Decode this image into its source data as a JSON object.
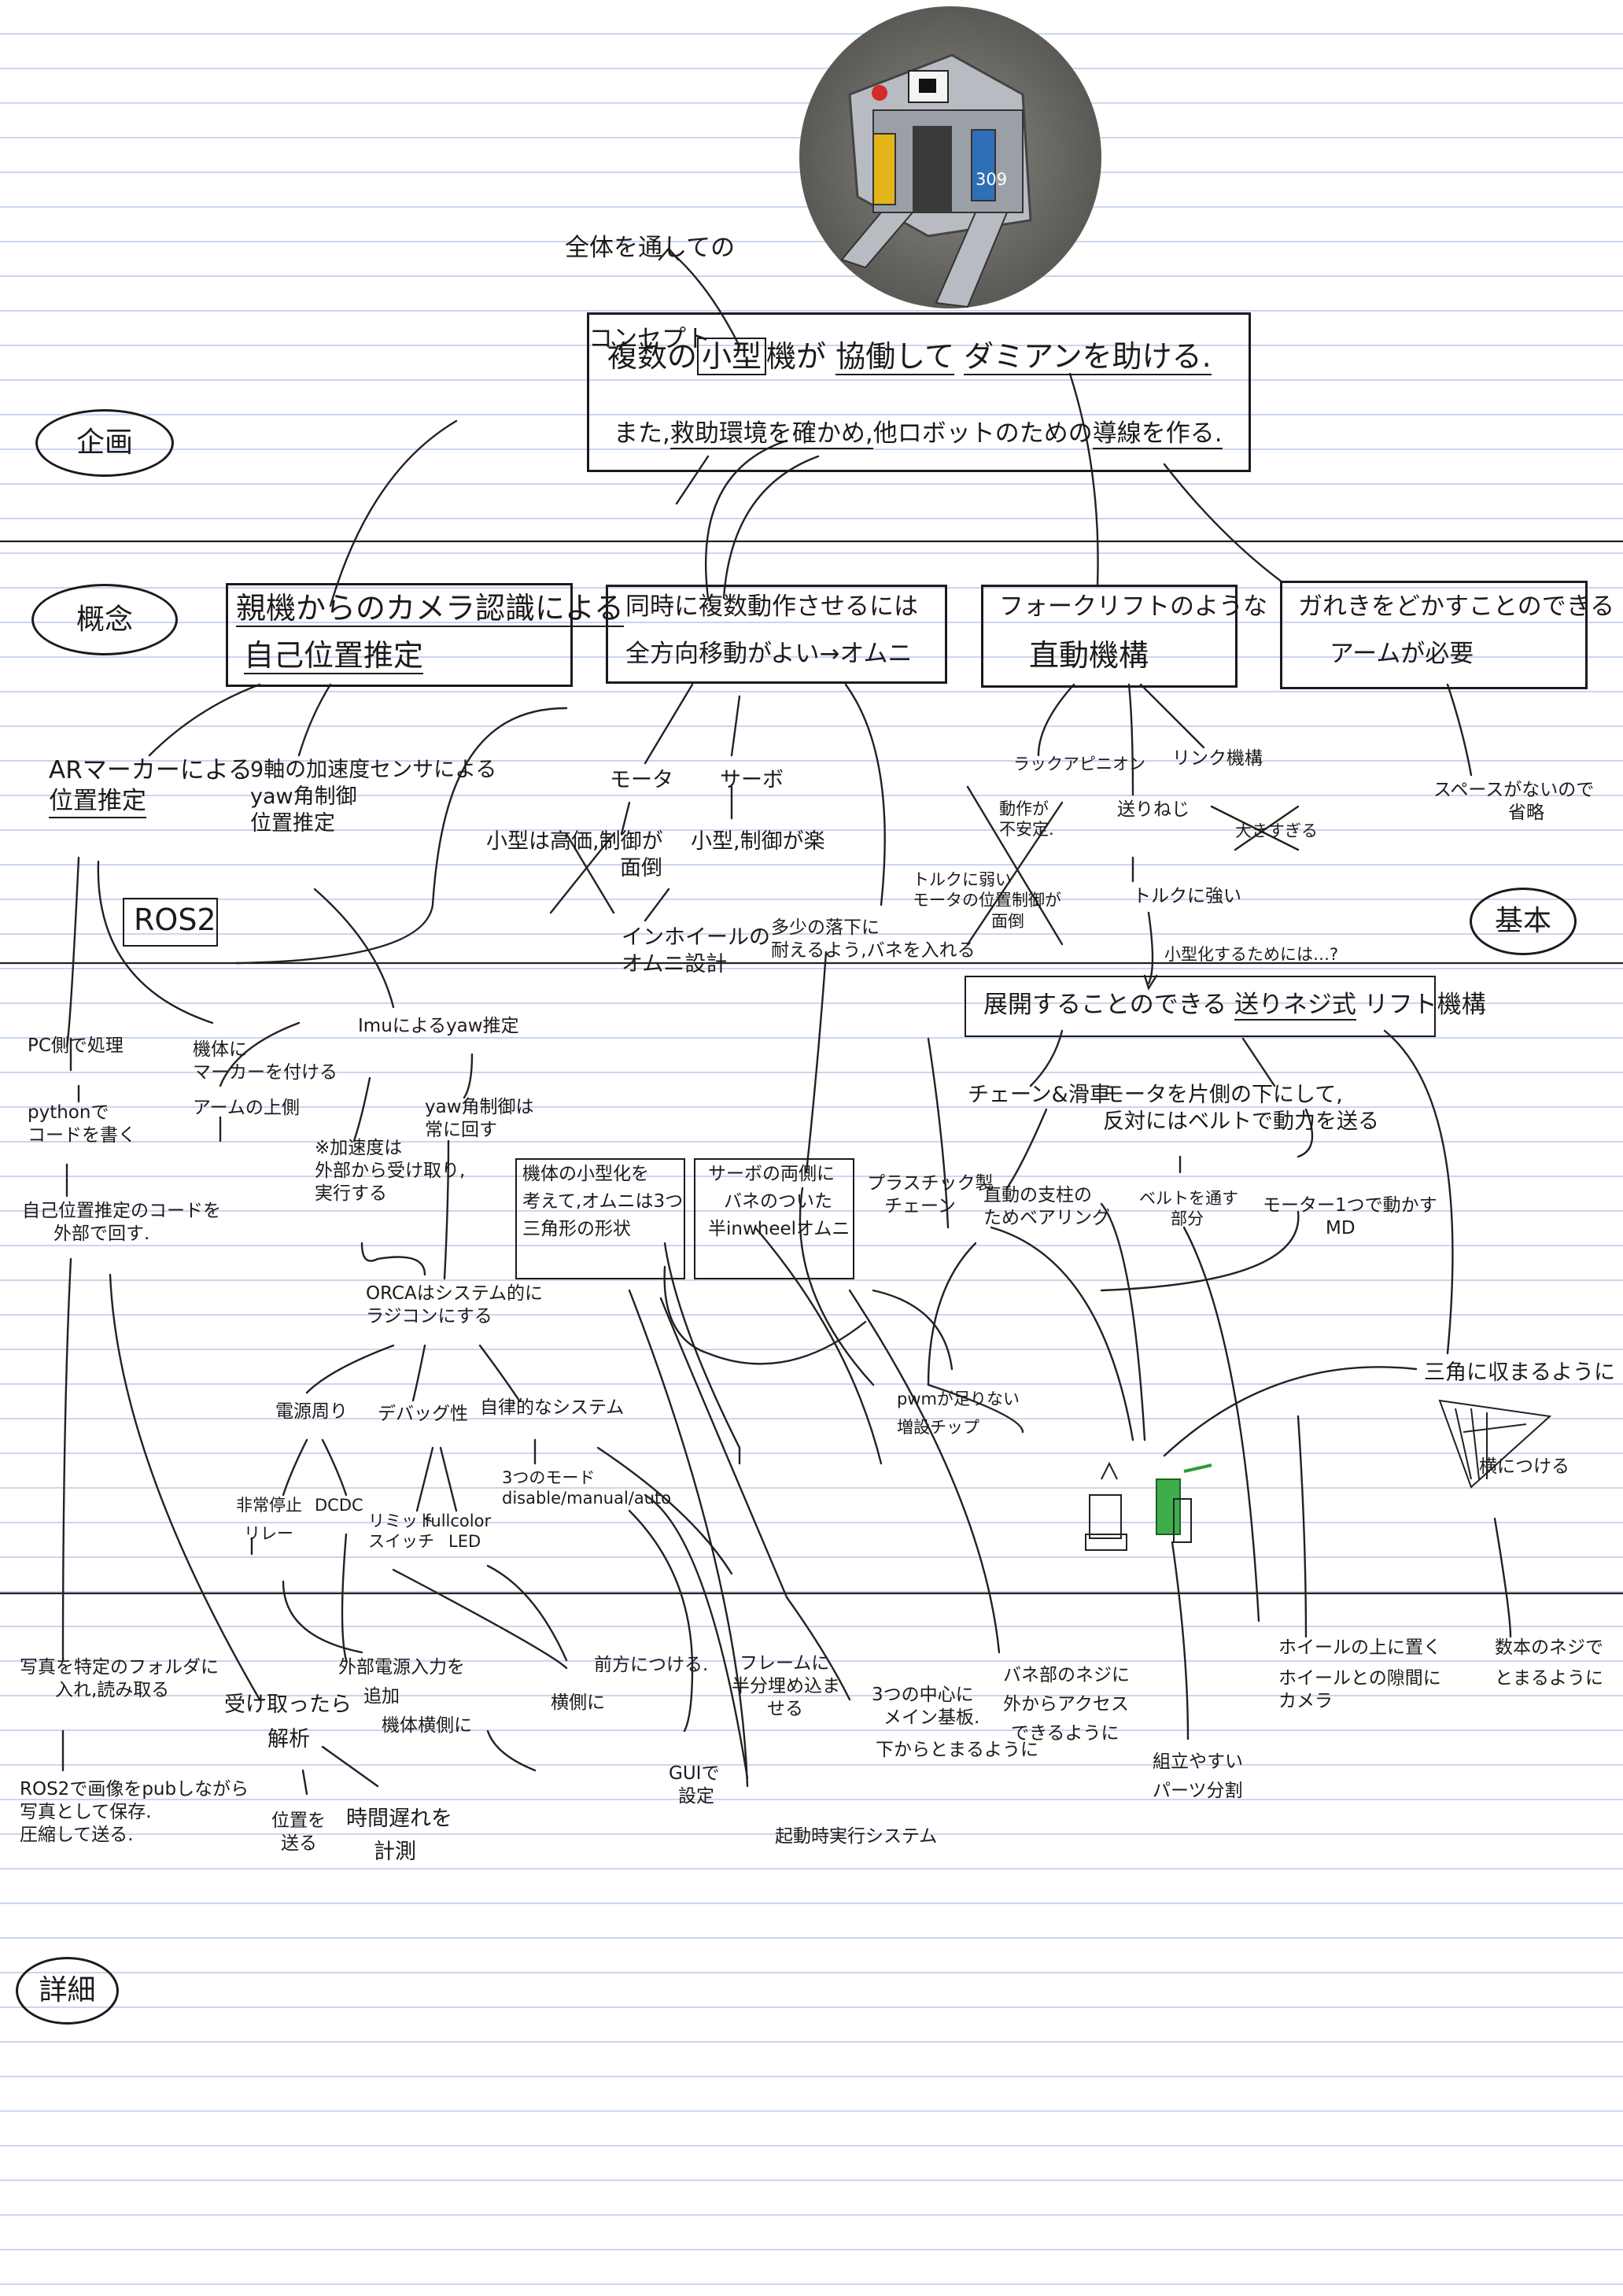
{
  "sections": {
    "kikaku": "企画",
    "gainen": "概念",
    "kihon": "基本",
    "shousai": "詳細"
  },
  "photo": {
    "caption_line1": "全体を通しての",
    "caption_line2": "コンセプト",
    "marker_label": "309"
  },
  "concept": {
    "line1_a": "複数の",
    "line1_b": "小型",
    "line1_c": "機が",
    "line1_d": "協働して",
    "line1_e": "ダミアンを助ける.",
    "line2_a": "また,",
    "line2_b": "救助環境を確かめ,",
    "line2_c": "他ロボットのための",
    "line2_d": "導線を作る."
  },
  "concept_boxes": {
    "box1_line1": "親機からのカメラ認識による",
    "box1_line2": "自己位置推定",
    "box2_line1": "同時に複数動作させるには",
    "box2_line2": "全方向移動がよい→オムニ",
    "box3_line1": "フォークリフトのような",
    "box3_line2": "直動機構",
    "box4_line1": "ガれきをどかすことのできる",
    "box4_line2": "アームが必要"
  },
  "nodes": {
    "ar_line1": "ARマーカーによる",
    "ar_line2": "位置推定",
    "imu_line1": "9軸の加速度センサによる",
    "imu_line2": "yaw角制御",
    "imu_line3": "位置推定",
    "ros2": "ROS2",
    "motor": "モータ",
    "servo": "サーボ",
    "motor_cons_1": "小型は高価,制御が",
    "motor_cons_2": "面倒",
    "servo_pro": "小型,制御が楽",
    "omni_1": "インホイールの",
    "omni_2": "オムニ設計",
    "spring_1": "多少の落下に",
    "spring_2": "耐えるよう,バネを入れる",
    "rack": "ラックアピニオン",
    "rack_cons_1": "動作が",
    "rack_cons_2": "不安定.",
    "rack_cons_3": "トルクに弱い",
    "rack_cons_4": "モータの位置制御が",
    "rack_cons_5": "面倒",
    "screw": "送りねじ",
    "torque": "トルクに強い",
    "link": "リンク機構",
    "link_cons": "大きすぎる",
    "space_1": "スペースがないので",
    "space_2": "省略",
    "small_q": "小型化するためには…?",
    "lift_a": "展開することのできる",
    "lift_b": "送りネジ式",
    "lift_c": "リフト機構",
    "chain": "チェーン&滑車",
    "belt_1": "モータを片側の下にして,",
    "belt_2": "反対にはベルトで動力を送る",
    "plastic_1": "プラスチック製",
    "plastic_2": "チェーン",
    "bearing_1": "直動の支柱の",
    "bearing_2": "ためベアリング",
    "belt_sub_1": "ベルトを通す",
    "belt_sub_2": "部分",
    "motor1_1": "モーター1つで動かす",
    "motor1_2": "MD",
    "tri_fit": "三角に収まるように",
    "side_attach": "横につける",
    "pc_1": "PC側で処理",
    "python_1": "pythonで",
    "python_2": "コードを書く",
    "selfpos_1": "自己位置推定のコードを",
    "selfpos_2": "外部で回す.",
    "marker_1": "機体に",
    "marker_2": "マーカーを付ける",
    "marker_3": "アームの上側",
    "imu_yaw": "Imuによるyaw推定",
    "accel_1": "※加速度は",
    "accel_2": "外部から受け取り,",
    "accel_3": "実行する",
    "yaw_1": "yaw角制御は",
    "yaw_2": "常に回す",
    "small_body_1": "機体の小型化を",
    "small_body_2": "考えて,オムニは3つ",
    "small_body_3": "三角形の形状",
    "servo_side_1": "サーボの両側に",
    "servo_side_2": "バネのついた",
    "servo_side_3": "半inwheelオムニ",
    "orca_1": "ORCAはシステム的に",
    "orca_2": "ラジコンにする",
    "power": "電源周り",
    "debug": "デバッグ性",
    "auto": "自律的なシステム",
    "estop_1": "非常停止",
    "estop_2": "リレー",
    "dcdc": "DCDC",
    "limit_1": "リミット",
    "limit_2": "スイッチ",
    "led_1": "fullcolor",
    "led_2": "LED",
    "modes_1": "3つのモード",
    "modes_2": "disable/manual/auto",
    "pwm_1": "pwmが足りない",
    "pwm_2": "増設チップ",
    "wheel_1": "ホイールの上に置く",
    "wheel_2": "ホイールとの隙間に",
    "wheel_3": "カメラ",
    "screws_1": "数本のネジで",
    "screws_2": "とまるように",
    "folder_1": "写真を特定のフォルダに",
    "folder_2": "入れ,読み取る",
    "ros2_pub_1": "ROS2で画像をpubしながら",
    "ros2_pub_2": "写真として保存.",
    "ros2_pub_3": "圧縮して送る.",
    "recv_1": "受け取ったら",
    "recv_2": "解析",
    "sendpos_1": "位置を",
    "sendpos_2": "送る",
    "delay_1": "時間遅れを",
    "delay_2": "計測",
    "extpow_1": "外部電源入力を",
    "extpow_2": "追加",
    "extpow_3": "機体横側に",
    "front": "前方につける.",
    "side": "横側に",
    "frame_1": "フレームに",
    "frame_2": "半分埋め込ま",
    "frame_3": "せる",
    "gui_1": "GUIで",
    "gui_2": "設定",
    "startup": "起動時実行システム",
    "mainboard_1": "3つの中心に",
    "mainboard_2": "メイン基板.",
    "mainboard_3": "下からとまるように",
    "spring_screw_1": "バネ部のネジに",
    "spring_screw_2": "外からアクセス",
    "spring_screw_3": "できるように",
    "parts_1": "組立やすい",
    "parts_2": "パーツ分割"
  },
  "colors": {
    "ink": "#1b1b1b",
    "rule_line": "#c9d7ee",
    "section_line": "#222222",
    "robot_yellow": "#e3b51b",
    "robot_blue": "#2f6fb8",
    "sketch_green": "#2f9a3a",
    "ground": "#6e6c68"
  }
}
